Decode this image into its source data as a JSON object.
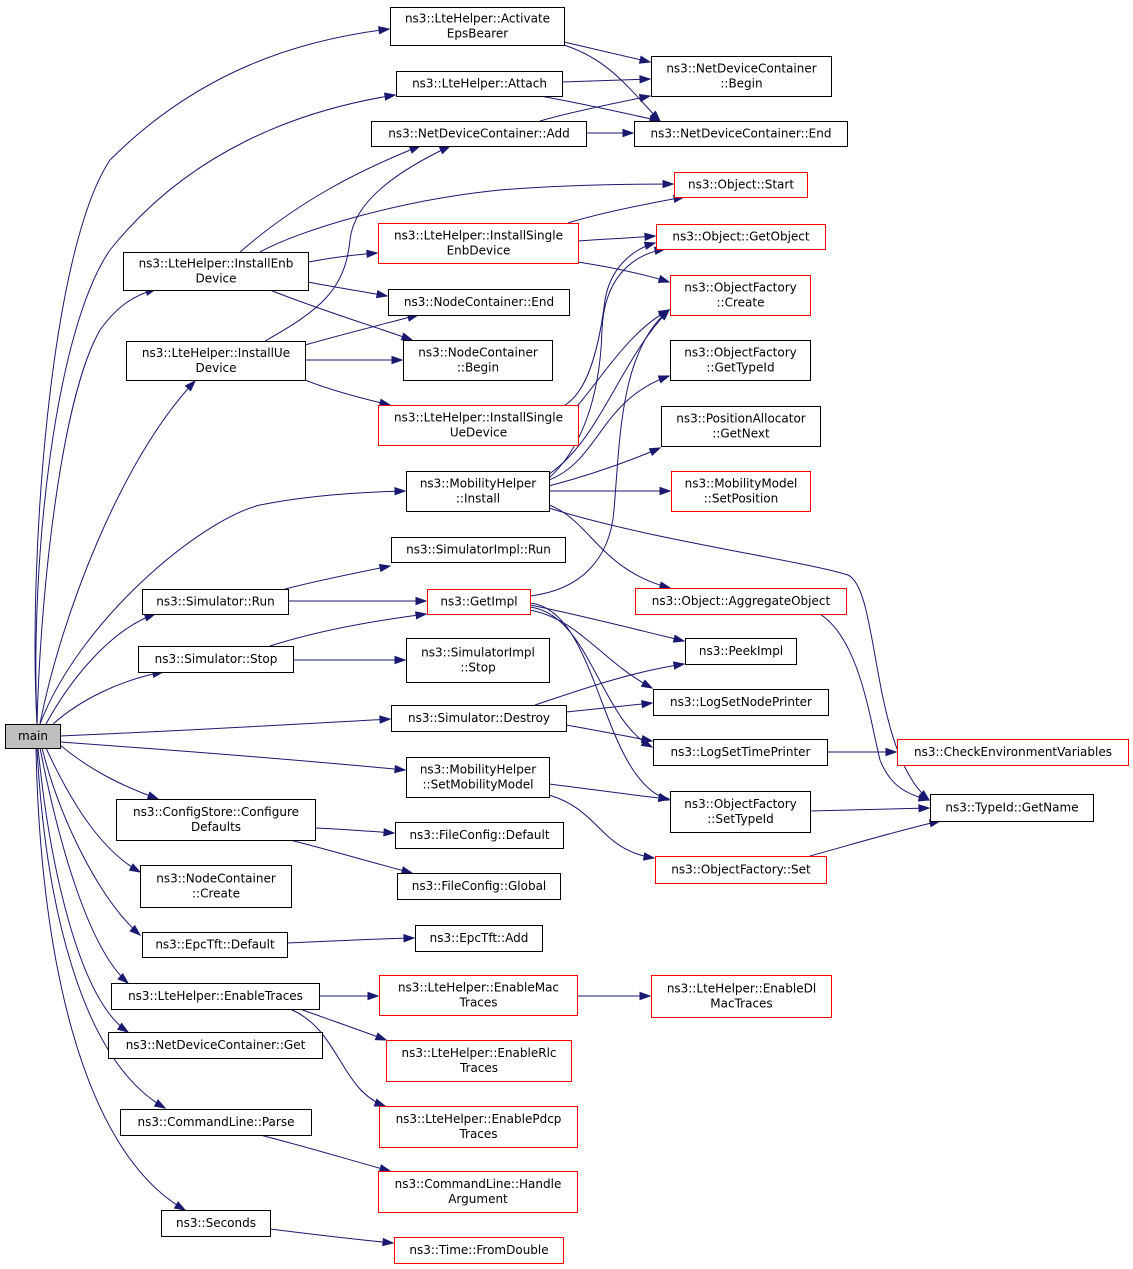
{
  "colors": {
    "edge": "#191970",
    "border_normal": "#000000",
    "border_truncated": "#ff0000",
    "root_fill": "#bfbfbf",
    "node_fill": "#ffffff"
  },
  "nodes": [
    {
      "id": "main",
      "lines": [
        "main"
      ],
      "style": "root"
    },
    {
      "id": "activate",
      "lines": [
        "ns3::LteHelper::Activate",
        "EpsBearer"
      ],
      "style": "normal"
    },
    {
      "id": "attach",
      "lines": [
        "ns3::LteHelper::Attach"
      ],
      "style": "normal"
    },
    {
      "id": "ndc_add",
      "lines": [
        "ns3::NetDeviceContainer::Add"
      ],
      "style": "normal"
    },
    {
      "id": "ndc_begin",
      "lines": [
        "ns3::NetDeviceContainer",
        "::Begin"
      ],
      "style": "normal"
    },
    {
      "id": "ndc_end",
      "lines": [
        "ns3::NetDeviceContainer::End"
      ],
      "style": "normal"
    },
    {
      "id": "obj_start",
      "lines": [
        "ns3::Object::Start"
      ],
      "style": "truncated"
    },
    {
      "id": "inst_enb",
      "lines": [
        "ns3::LteHelper::InstallEnb",
        "Device"
      ],
      "style": "normal"
    },
    {
      "id": "inst_single_enb",
      "lines": [
        "ns3::LteHelper::InstallSingle",
        "EnbDevice"
      ],
      "style": "truncated"
    },
    {
      "id": "obj_getobject",
      "lines": [
        "ns3::Object::GetObject"
      ],
      "style": "truncated"
    },
    {
      "id": "of_create",
      "lines": [
        "ns3::ObjectFactory",
        "::Create"
      ],
      "style": "truncated"
    },
    {
      "id": "nc_end",
      "lines": [
        "ns3::NodeContainer::End"
      ],
      "style": "normal"
    },
    {
      "id": "inst_ue",
      "lines": [
        "ns3::LteHelper::InstallUe",
        "Device"
      ],
      "style": "normal"
    },
    {
      "id": "nc_begin",
      "lines": [
        "ns3::NodeContainer",
        "::Begin"
      ],
      "style": "normal"
    },
    {
      "id": "of_gettypeid",
      "lines": [
        "ns3::ObjectFactory",
        "::GetTypeId"
      ],
      "style": "normal"
    },
    {
      "id": "inst_single_ue",
      "lines": [
        "ns3::LteHelper::InstallSingle",
        "UeDevice"
      ],
      "style": "truncated"
    },
    {
      "id": "pa_getnext",
      "lines": [
        "ns3::PositionAllocator",
        "::GetNext"
      ],
      "style": "normal"
    },
    {
      "id": "mh_install",
      "lines": [
        "ns3::MobilityHelper",
        "::Install"
      ],
      "style": "normal"
    },
    {
      "id": "mm_setpos",
      "lines": [
        "ns3::MobilityModel",
        "::SetPosition"
      ],
      "style": "truncated"
    },
    {
      "id": "simimpl_run",
      "lines": [
        "ns3::SimulatorImpl::Run"
      ],
      "style": "normal"
    },
    {
      "id": "sim_run",
      "lines": [
        "ns3::Simulator::Run"
      ],
      "style": "normal"
    },
    {
      "id": "getimpl",
      "lines": [
        "ns3::GetImpl"
      ],
      "style": "truncated"
    },
    {
      "id": "obj_aggregate",
      "lines": [
        "ns3::Object::AggregateObject"
      ],
      "style": "truncated"
    },
    {
      "id": "sim_stop",
      "lines": [
        "ns3::Simulator::Stop"
      ],
      "style": "normal"
    },
    {
      "id": "simimpl_stop",
      "lines": [
        "ns3::SimulatorImpl",
        "::Stop"
      ],
      "style": "normal"
    },
    {
      "id": "peekimpl",
      "lines": [
        "ns3::PeekImpl"
      ],
      "style": "normal"
    },
    {
      "id": "logsetnode",
      "lines": [
        "ns3::LogSetNodePrinter"
      ],
      "style": "normal"
    },
    {
      "id": "sim_destroy",
      "lines": [
        "ns3::Simulator::Destroy"
      ],
      "style": "normal"
    },
    {
      "id": "logsettime",
      "lines": [
        "ns3::LogSetTimePrinter"
      ],
      "style": "normal"
    },
    {
      "id": "checkenv",
      "lines": [
        "ns3::CheckEnvironmentVariables"
      ],
      "style": "truncated"
    },
    {
      "id": "mh_setmm",
      "lines": [
        "ns3::MobilityHelper",
        "::SetMobilityModel"
      ],
      "style": "normal"
    },
    {
      "id": "of_settypeid",
      "lines": [
        "ns3::ObjectFactory",
        "::SetTypeId"
      ],
      "style": "normal"
    },
    {
      "id": "typeid_getname",
      "lines": [
        "ns3::TypeId::GetName"
      ],
      "style": "normal"
    },
    {
      "id": "cs_configure",
      "lines": [
        "ns3::ConfigStore::Configure",
        "Defaults"
      ],
      "style": "normal"
    },
    {
      "id": "fc_default",
      "lines": [
        "ns3::FileConfig::Default"
      ],
      "style": "normal"
    },
    {
      "id": "of_set",
      "lines": [
        "ns3::ObjectFactory::Set"
      ],
      "style": "truncated"
    },
    {
      "id": "nc_create",
      "lines": [
        "ns3::NodeContainer",
        "::Create"
      ],
      "style": "normal"
    },
    {
      "id": "fc_global",
      "lines": [
        "ns3::FileConfig::Global"
      ],
      "style": "normal"
    },
    {
      "id": "epctft_default",
      "lines": [
        "ns3::EpcTft::Default"
      ],
      "style": "normal"
    },
    {
      "id": "epctft_add",
      "lines": [
        "ns3::EpcTft::Add"
      ],
      "style": "normal"
    },
    {
      "id": "enable_traces",
      "lines": [
        "ns3::LteHelper::EnableTraces"
      ],
      "style": "normal"
    },
    {
      "id": "enable_mac",
      "lines": [
        "ns3::LteHelper::EnableMac",
        "Traces"
      ],
      "style": "truncated"
    },
    {
      "id": "enable_dlmac",
      "lines": [
        "ns3::LteHelper::EnableDl",
        "MacTraces"
      ],
      "style": "truncated"
    },
    {
      "id": "ndc_get",
      "lines": [
        "ns3::NetDeviceContainer::Get"
      ],
      "style": "normal"
    },
    {
      "id": "enable_rlc",
      "lines": [
        "ns3::LteHelper::EnableRlc",
        "Traces"
      ],
      "style": "truncated"
    },
    {
      "id": "enable_pdcp",
      "lines": [
        "ns3::LteHelper::EnablePdcp",
        "Traces"
      ],
      "style": "truncated"
    },
    {
      "id": "cl_parse",
      "lines": [
        "ns3::CommandLine::Parse"
      ],
      "style": "normal"
    },
    {
      "id": "cl_handle",
      "lines": [
        "ns3::CommandLine::Handle",
        "Argument"
      ],
      "style": "truncated"
    },
    {
      "id": "seconds",
      "lines": [
        "ns3::Seconds"
      ],
      "style": "normal"
    },
    {
      "id": "time_fromdouble",
      "lines": [
        "ns3::Time::FromDouble"
      ],
      "style": "truncated"
    }
  ],
  "edges": [
    {
      "from": "main",
      "to": "activate"
    },
    {
      "from": "main",
      "to": "attach"
    },
    {
      "from": "main",
      "to": "inst_enb"
    },
    {
      "from": "main",
      "to": "inst_ue"
    },
    {
      "from": "main",
      "to": "mh_install"
    },
    {
      "from": "main",
      "to": "sim_run"
    },
    {
      "from": "main",
      "to": "sim_stop"
    },
    {
      "from": "main",
      "to": "sim_destroy"
    },
    {
      "from": "main",
      "to": "mh_setmm"
    },
    {
      "from": "main",
      "to": "cs_configure"
    },
    {
      "from": "main",
      "to": "nc_create"
    },
    {
      "from": "main",
      "to": "epctft_default"
    },
    {
      "from": "main",
      "to": "enable_traces"
    },
    {
      "from": "main",
      "to": "ndc_get"
    },
    {
      "from": "main",
      "to": "cl_parse"
    },
    {
      "from": "main",
      "to": "seconds"
    },
    {
      "from": "activate",
      "to": "ndc_begin"
    },
    {
      "from": "activate",
      "to": "ndc_end"
    },
    {
      "from": "attach",
      "to": "ndc_begin"
    },
    {
      "from": "attach",
      "to": "ndc_end"
    },
    {
      "from": "ndc_add",
      "to": "ndc_begin"
    },
    {
      "from": "ndc_add",
      "to": "ndc_end"
    },
    {
      "from": "inst_enb",
      "to": "ndc_add"
    },
    {
      "from": "inst_enb",
      "to": "obj_start"
    },
    {
      "from": "inst_enb",
      "to": "inst_single_enb"
    },
    {
      "from": "inst_enb",
      "to": "nc_end"
    },
    {
      "from": "inst_enb",
      "to": "nc_begin"
    },
    {
      "from": "inst_single_enb",
      "to": "obj_start"
    },
    {
      "from": "inst_single_enb",
      "to": "obj_getobject"
    },
    {
      "from": "inst_single_enb",
      "to": "of_create"
    },
    {
      "from": "inst_ue",
      "to": "ndc_add"
    },
    {
      "from": "inst_ue",
      "to": "nc_end"
    },
    {
      "from": "inst_ue",
      "to": "nc_begin"
    },
    {
      "from": "inst_ue",
      "to": "inst_single_ue"
    },
    {
      "from": "inst_single_ue",
      "to": "obj_getobject"
    },
    {
      "from": "inst_single_ue",
      "to": "of_create"
    },
    {
      "from": "mh_install",
      "to": "obj_getobject"
    },
    {
      "from": "mh_install",
      "to": "of_create"
    },
    {
      "from": "mh_install",
      "to": "of_gettypeid"
    },
    {
      "from": "mh_install",
      "to": "pa_getnext"
    },
    {
      "from": "mh_install",
      "to": "mm_setpos"
    },
    {
      "from": "mh_install",
      "to": "obj_aggregate"
    },
    {
      "from": "mh_install",
      "to": "typeid_getname"
    },
    {
      "from": "sim_run",
      "to": "simimpl_run"
    },
    {
      "from": "sim_run",
      "to": "getimpl"
    },
    {
      "from": "sim_stop",
      "to": "getimpl"
    },
    {
      "from": "sim_stop",
      "to": "simimpl_stop"
    },
    {
      "from": "getimpl",
      "to": "of_create"
    },
    {
      "from": "getimpl",
      "to": "peekimpl"
    },
    {
      "from": "getimpl",
      "to": "logsetnode"
    },
    {
      "from": "getimpl",
      "to": "logsettime"
    },
    {
      "from": "getimpl",
      "to": "of_settypeid"
    },
    {
      "from": "obj_aggregate",
      "to": "typeid_getname"
    },
    {
      "from": "sim_destroy",
      "to": "peekimpl"
    },
    {
      "from": "sim_destroy",
      "to": "logsetnode"
    },
    {
      "from": "sim_destroy",
      "to": "logsettime"
    },
    {
      "from": "logsettime",
      "to": "checkenv"
    },
    {
      "from": "mh_setmm",
      "to": "of_settypeid"
    },
    {
      "from": "mh_setmm",
      "to": "of_set"
    },
    {
      "from": "of_settypeid",
      "to": "typeid_getname"
    },
    {
      "from": "of_set",
      "to": "typeid_getname"
    },
    {
      "from": "cs_configure",
      "to": "fc_default"
    },
    {
      "from": "cs_configure",
      "to": "fc_global"
    },
    {
      "from": "epctft_default",
      "to": "epctft_add"
    },
    {
      "from": "enable_traces",
      "to": "enable_mac"
    },
    {
      "from": "enable_traces",
      "to": "enable_rlc"
    },
    {
      "from": "enable_traces",
      "to": "enable_pdcp"
    },
    {
      "from": "enable_mac",
      "to": "enable_dlmac"
    },
    {
      "from": "cl_parse",
      "to": "cl_handle"
    },
    {
      "from": "seconds",
      "to": "time_fromdouble"
    }
  ]
}
